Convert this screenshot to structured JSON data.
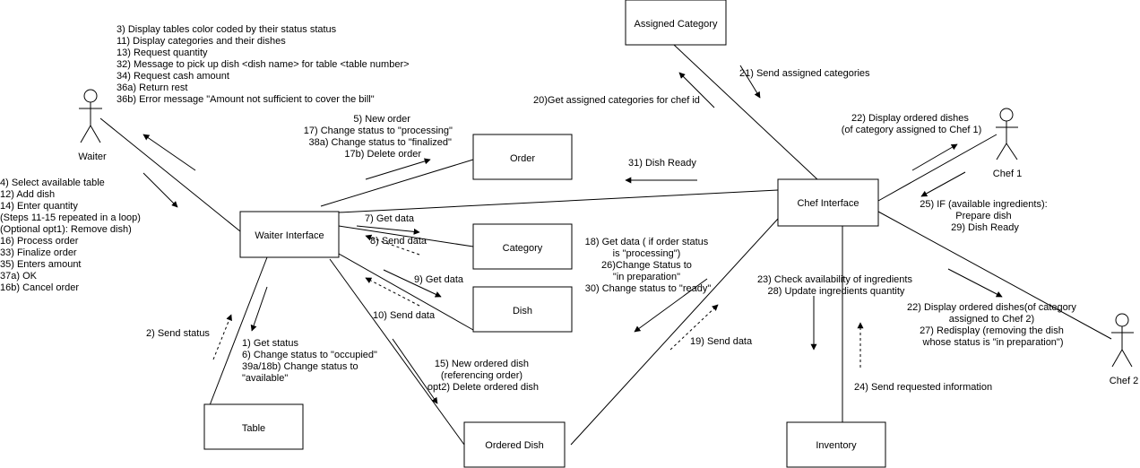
{
  "actors": {
    "waiter": "Waiter",
    "chef1": "Chef 1",
    "chef2": "Chef 2"
  },
  "boxes": {
    "assigned_category": "Assigned Category",
    "order": "Order",
    "waiter_interface": "Waiter Interface",
    "category": "Category",
    "dish": "Dish",
    "chef_interface": "Chef  Interface",
    "table": "Table",
    "ordered_dish": "Ordered Dish",
    "inventory": "Inventory"
  },
  "messages": {
    "waiter_display": [
      "3) Display tables color coded by their status status",
      "11) Display categories and their dishes",
      "13) Request quantity",
      "32) Message to pick up dish <dish name> for table <table number>",
      "34) Request cash amount",
      "36a) Return rest",
      "36b) Error message \"Amount not sufficient to cover the bill\""
    ],
    "waiter_input": [
      "4) Select available table",
      "12) Add dish",
      "14) Enter quantity",
      "(Steps 11-15 repeated in a loop)",
      "(Optional opt1): Remove dish)",
      "16) Process order",
      "33) Finalize order",
      "35) Enters amount",
      "37a) OK",
      "16b) Cancel order"
    ],
    "order_ops": [
      "5) New order",
      "17) Change status to \"processing\"",
      "38a) Change status to \"finalized\"",
      "17b) Delete order"
    ],
    "get_data_category": "7) Get data",
    "send_data_category": "8) Send data",
    "get_data_dish": "9) Get data",
    "send_data_dish": "10) Send data",
    "send_status": "2) Send status",
    "table_ops": [
      "1) Get status",
      "6) Change status to \"occupied\"",
      "39a/18b) Change status to",
      "\"available\""
    ],
    "ordered_dish_ops": [
      "15) New ordered dish",
      "(referencing order)",
      "opt2) Delete ordered dish"
    ],
    "get_assigned": "20)Get assigned categories for chef id",
    "send_assigned": "21) Send assigned categories",
    "dish_ready": "31) Dish Ready",
    "chef_get_data": [
      "18) Get data ( if order status",
      "is \"processing\")",
      "26)Change Status to",
      "\"in preparation\"",
      "30) Change status to \"ready\""
    ],
    "chef_send_data": "19) Send data",
    "inventory_ops": [
      "23) Check availability of ingredients",
      "28) Update ingredients quantity"
    ],
    "inventory_send": "24) Send requested information",
    "chef1_display": [
      "22) Display ordered dishes",
      "(of category assigned to Chef 1)"
    ],
    "chef1_prepare": [
      "25) IF (available ingredients):",
      "Prepare dish",
      "29) Dish Ready"
    ],
    "chef2_display": [
      "22) Display ordered dishes(of category",
      "assigned to Chef 2)",
      "27) Redisplay (removing the dish",
      "whose status is \"in preparation\")"
    ]
  }
}
